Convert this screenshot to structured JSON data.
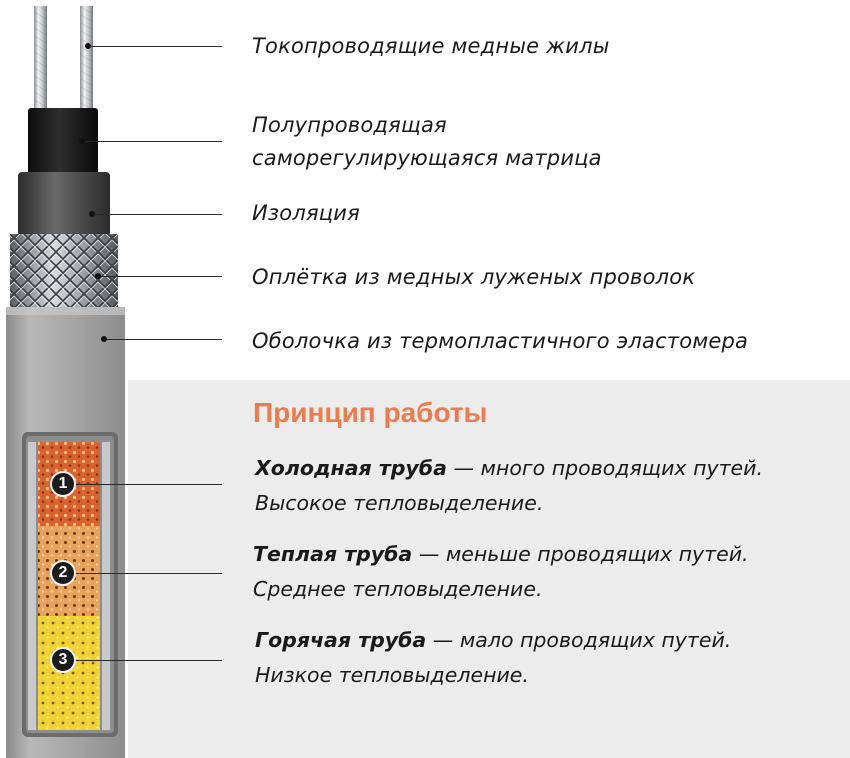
{
  "layers": [
    {
      "id": "cores",
      "label": "Токопроводящие медные жилы"
    },
    {
      "id": "matrix",
      "label_line1": "Полупроводящая",
      "label_line2": "саморегулирующаяся матрица"
    },
    {
      "id": "insulation",
      "label": "Изоляция"
    },
    {
      "id": "braid",
      "label": "Оплётка из медных луженых проволок"
    },
    {
      "id": "sheath",
      "label": "Оболочка из термопластичного эластомера"
    }
  ],
  "principle": {
    "title": "Принцип работы",
    "zones": [
      {
        "number": "1",
        "name": "Холодная труба",
        "dash": " — ",
        "desc": "много проводящих путей.",
        "effect": "Высокое тепловыделение."
      },
      {
        "number": "2",
        "name": "Теплая труба",
        "dash": " — ",
        "desc": "меньше проводящих путей.",
        "effect": "Среднее тепловыделение."
      },
      {
        "number": "3",
        "name": "Горячая труба",
        "dash": " — ",
        "desc": "мало проводящих путей.",
        "effect": "Низкое тепловыделение."
      }
    ]
  },
  "colors": {
    "title_accent": "#ec7c4e",
    "zone_cold": "#d9632e",
    "zone_warm": "#e9a25a",
    "zone_hot": "#f0d234",
    "sheath": "#a9a9a9",
    "panel_bg": "#ececec"
  }
}
